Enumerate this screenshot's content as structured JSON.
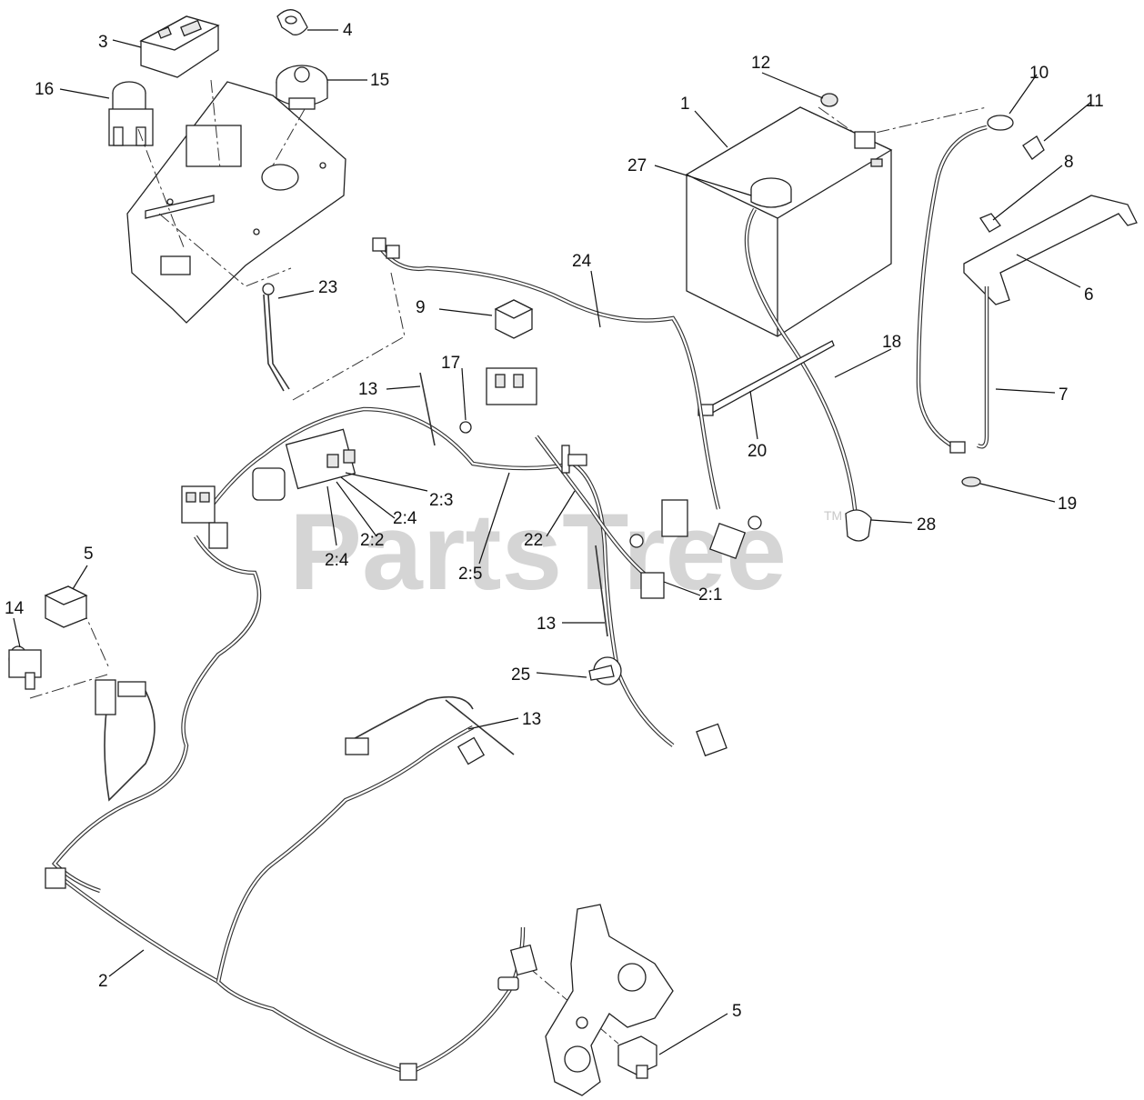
{
  "watermark": {
    "text": "PartsTree",
    "trademark": "TM"
  },
  "callouts": {
    "c1": "1",
    "c2": "2",
    "c2_1": "2:1",
    "c2_2": "2:2",
    "c2_3": "2:3",
    "c2_4a": "2:4",
    "c2_4b": "2:4",
    "c2_5": "2:5",
    "c3": "3",
    "c4": "4",
    "c5a": "5",
    "c5b": "5",
    "c6": "6",
    "c7": "7",
    "c8": "8",
    "c9": "9",
    "c10": "10",
    "c11": "11",
    "c12": "12",
    "c13a": "13",
    "c13b": "13",
    "c13c": "13",
    "c14": "14",
    "c15": "15",
    "c16": "16",
    "c17": "17",
    "c18": "18",
    "c19": "19",
    "c20": "20",
    "c22": "22",
    "c23": "23",
    "c24": "24",
    "c25": "25",
    "c27": "27",
    "c28": "28"
  }
}
